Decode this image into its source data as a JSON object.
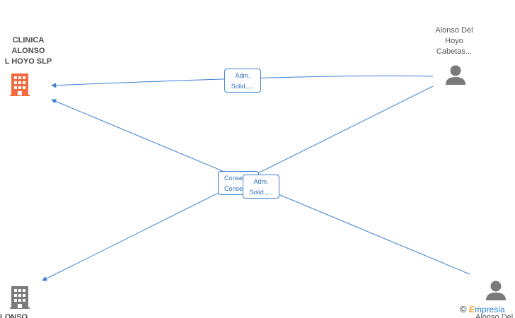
{
  "colors": {
    "edge": "#3b7fd1",
    "company_main": "#f26a3d",
    "company": "#7a7a7a",
    "person": "#7a7a7a"
  },
  "nodes": {
    "main_company": {
      "label": "CLINICA\nALONSO\nL HOYO  SLP",
      "icon": "building-icon"
    },
    "person_top": {
      "label": "Alonso Del\nHoyo\nCabetas...",
      "icon": "person-icon"
    },
    "company_bottom": {
      "label": "LONSO DEL",
      "icon": "building-icon"
    },
    "person_bottom": {
      "label": "Alonso Del",
      "icon": "person-icon"
    }
  },
  "edges": [
    {
      "label": "Adm.\nSolid.,..."
    },
    {
      "label": "Conse...\nConse..."
    },
    {
      "label": "Adm.\nSolid.,..."
    }
  ],
  "watermark": {
    "symbol": "©",
    "brand_first": "E",
    "brand_rest": "mpresia"
  }
}
